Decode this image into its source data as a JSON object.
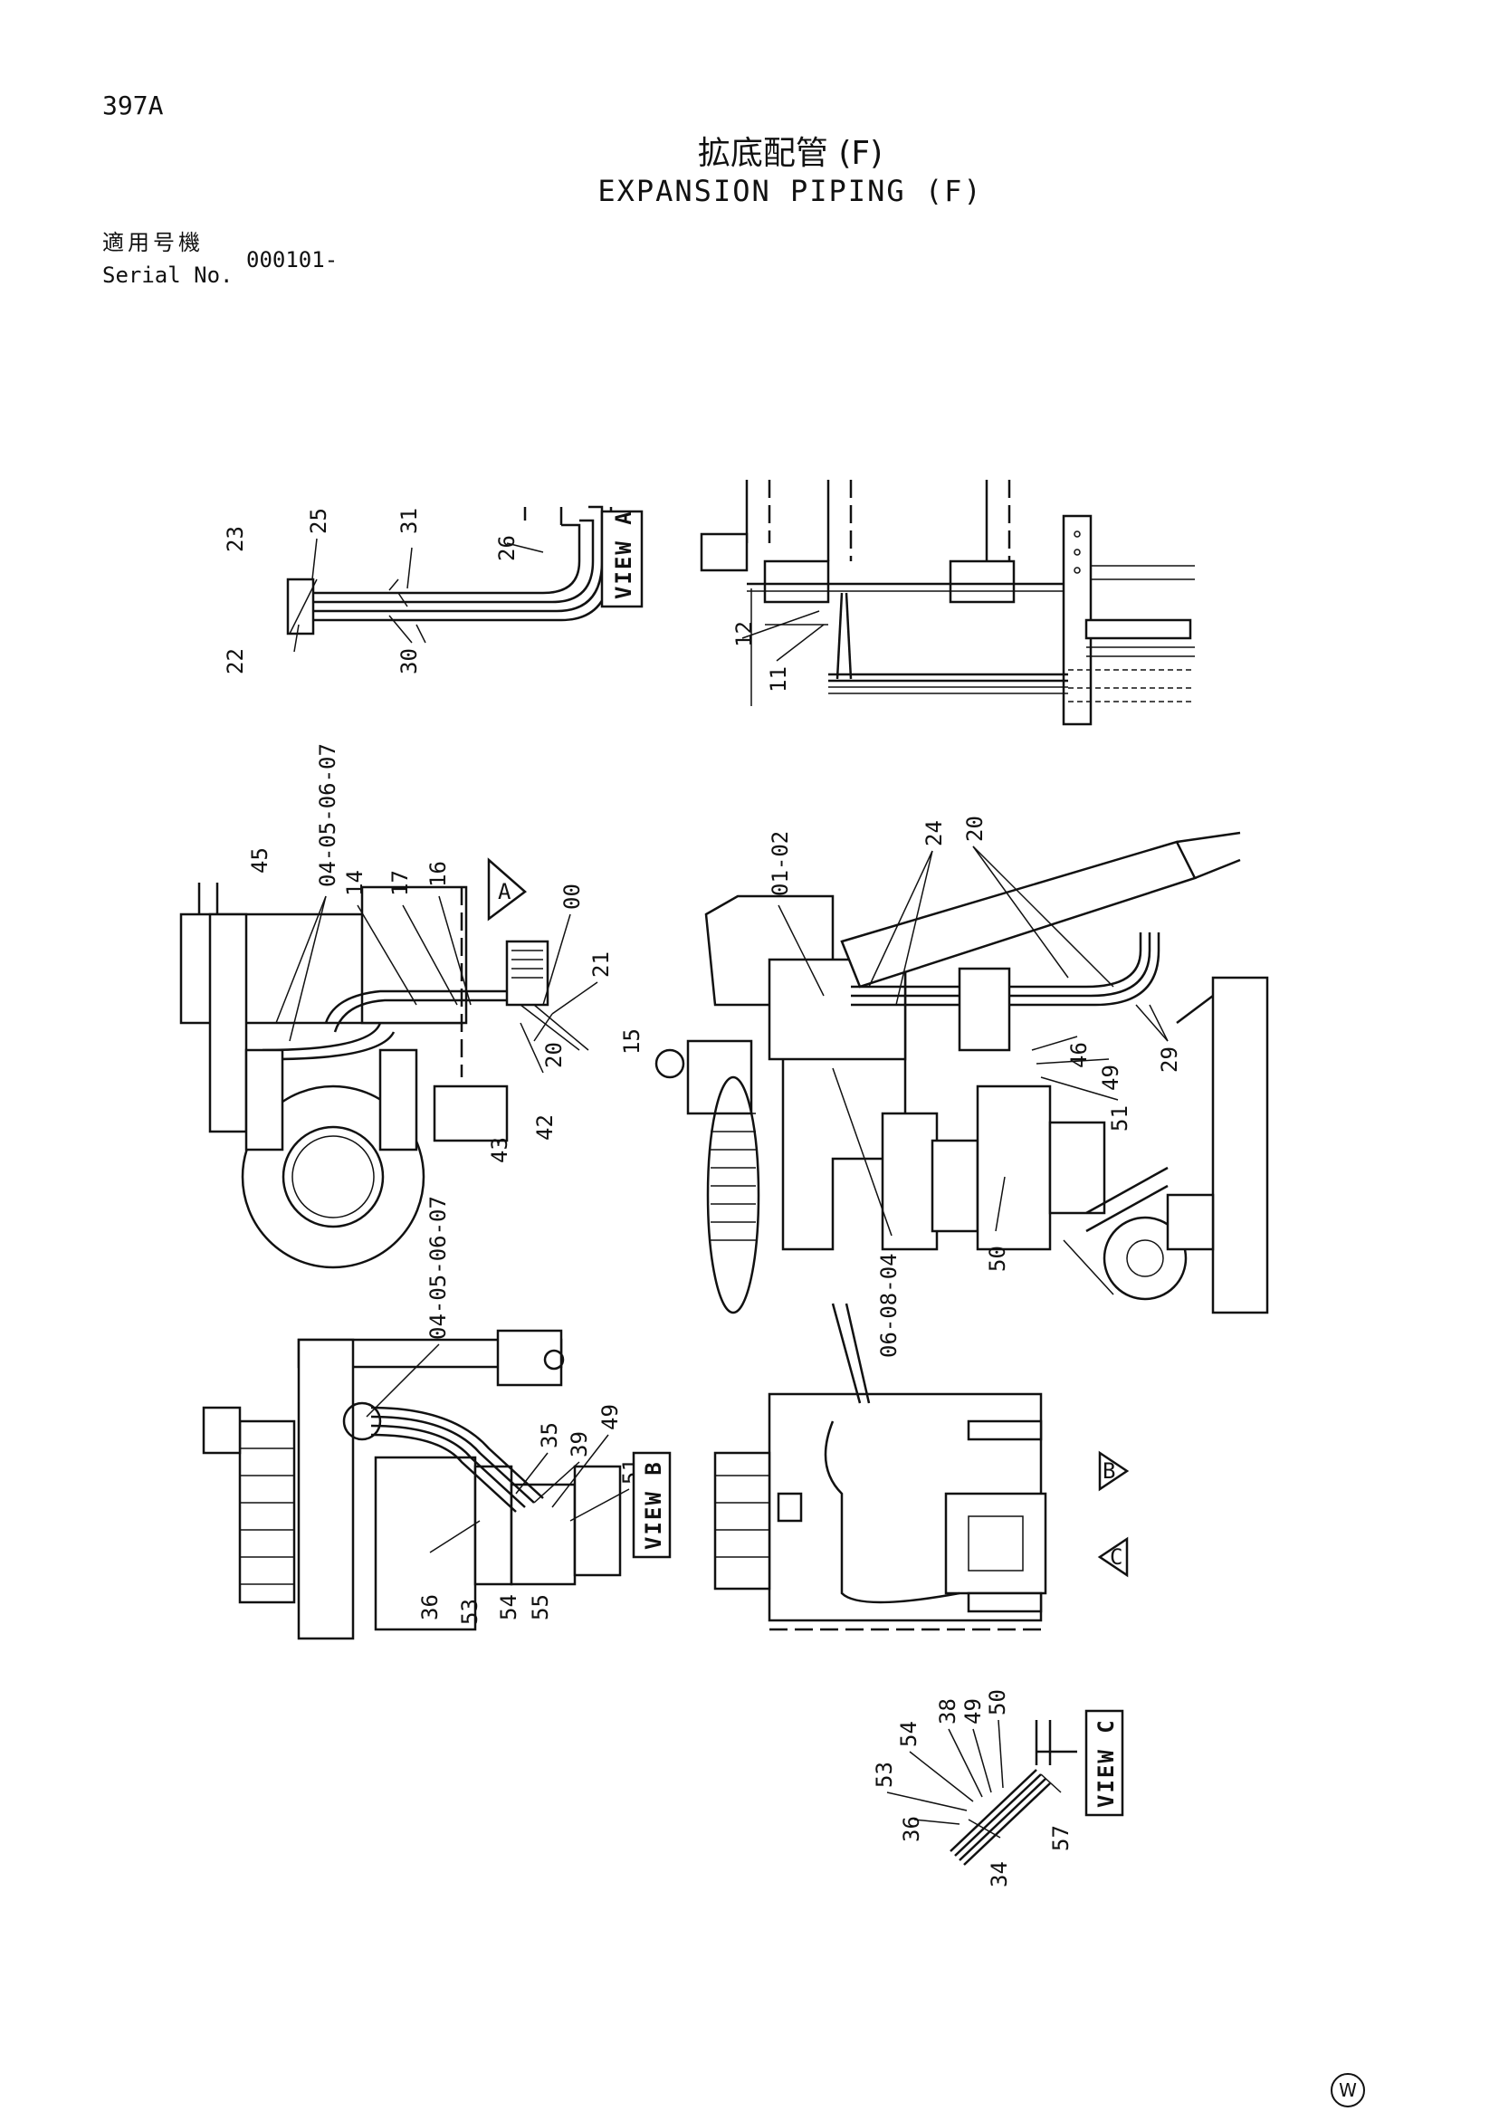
{
  "header": {
    "page_code": "397A",
    "title_jp": "拡底配管 (F)",
    "title_en": "EXPANSION PIPING (F)",
    "serial_label_jp": "適用号機",
    "serial_label_en": "Serial No.",
    "serial_value": "000101-"
  },
  "views": {
    "view_a": "VIEW A",
    "view_b": "VIEW B",
    "view_c": "VIEW C",
    "arrow_a": "A",
    "arrow_b": "B",
    "arrow_c": "C"
  },
  "callouts": {
    "view_a": [
      "22",
      "23",
      "25",
      "30",
      "31",
      "26"
    ],
    "top_right": [
      "11",
      "12"
    ],
    "middle_left": [
      "45",
      "04-05-06-07",
      "14",
      "17",
      "16",
      "00",
      "21",
      "15",
      "20",
      "42",
      "43"
    ],
    "middle_right": [
      "01-02",
      "24",
      "20",
      "29",
      "46",
      "49",
      "51",
      "50",
      "06-08-04"
    ],
    "view_b": [
      "04-05-06-07",
      "35",
      "39",
      "49",
      "51",
      "36",
      "53",
      "54",
      "55"
    ],
    "view_c": [
      "38",
      "49",
      "50",
      "54",
      "53",
      "36",
      "34",
      "57"
    ]
  },
  "footer": {
    "mark": "W"
  }
}
